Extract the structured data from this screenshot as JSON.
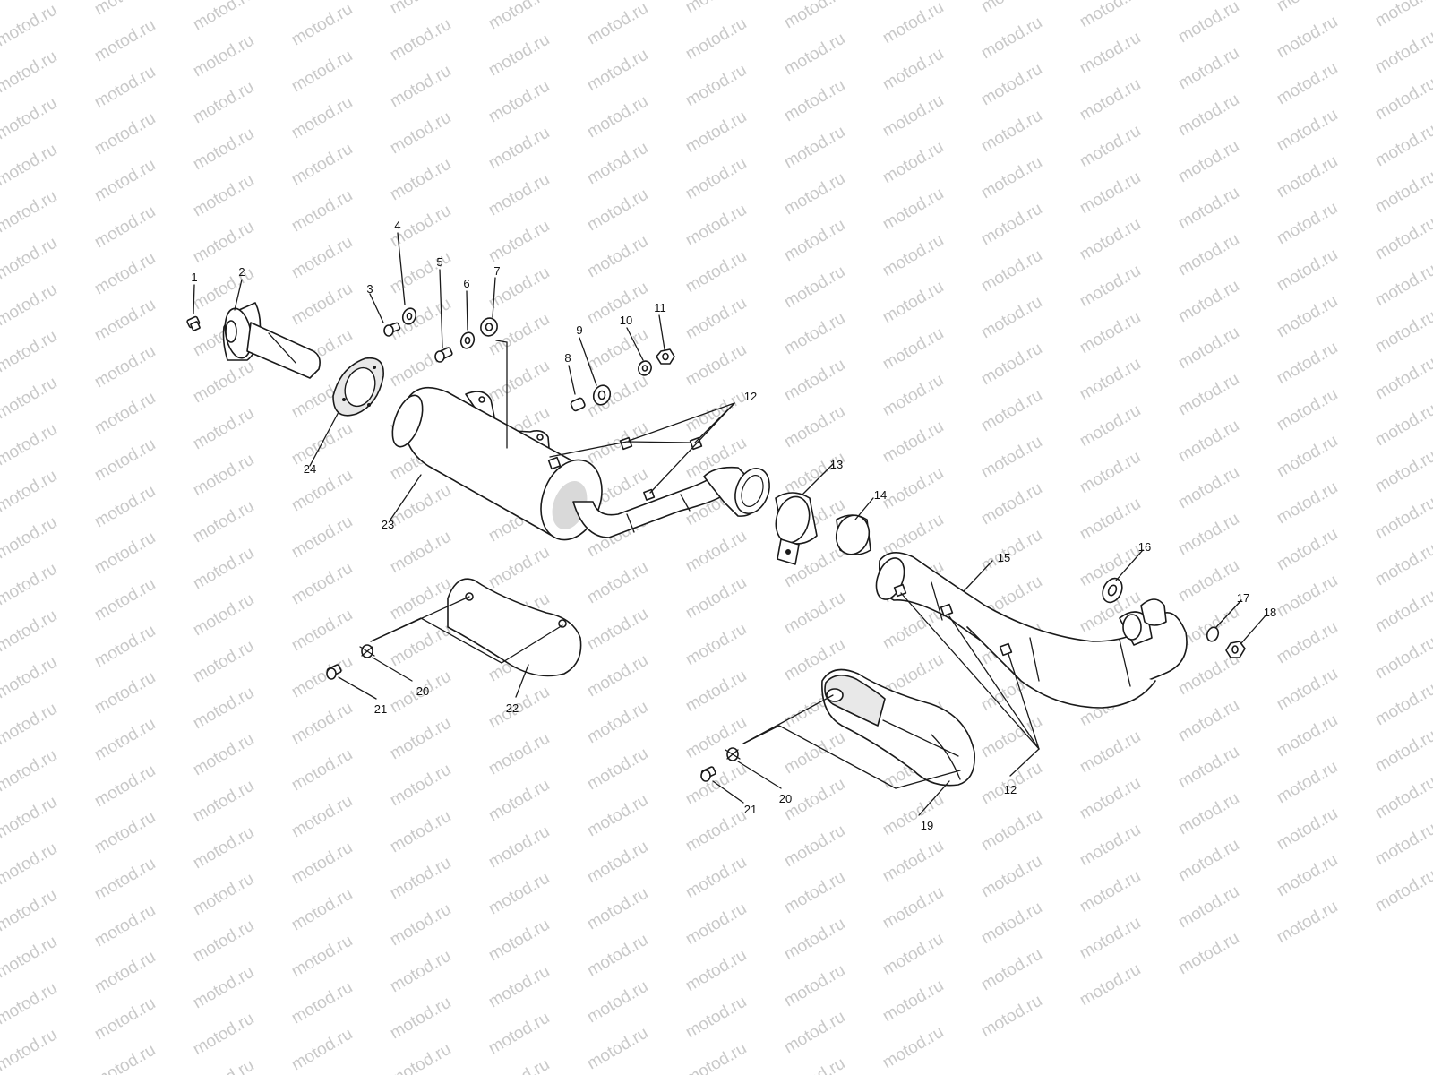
{
  "watermark": {
    "text": "motod.ru",
    "color": "#c9c9c9"
  },
  "callouts": [
    {
      "id": "c1",
      "label": "1"
    },
    {
      "id": "c2",
      "label": "2"
    },
    {
      "id": "c3",
      "label": "3"
    },
    {
      "id": "c4",
      "label": "4"
    },
    {
      "id": "c5",
      "label": "5"
    },
    {
      "id": "c6",
      "label": "6"
    },
    {
      "id": "c7",
      "label": "7"
    },
    {
      "id": "c8",
      "label": "8"
    },
    {
      "id": "c9",
      "label": "9"
    },
    {
      "id": "c10",
      "label": "10"
    },
    {
      "id": "c11",
      "label": "11"
    },
    {
      "id": "c12a",
      "label": "12"
    },
    {
      "id": "c13",
      "label": "13"
    },
    {
      "id": "c14",
      "label": "14"
    },
    {
      "id": "c15",
      "label": "15"
    },
    {
      "id": "c16",
      "label": "16"
    },
    {
      "id": "c17",
      "label": "17"
    },
    {
      "id": "c18",
      "label": "18"
    },
    {
      "id": "c19",
      "label": "19"
    },
    {
      "id": "c20a",
      "label": "20"
    },
    {
      "id": "c20b",
      "label": "20"
    },
    {
      "id": "c21a",
      "label": "21"
    },
    {
      "id": "c21b",
      "label": "21"
    },
    {
      "id": "c22",
      "label": "22"
    },
    {
      "id": "c23",
      "label": "23"
    },
    {
      "id": "c24",
      "label": "24"
    },
    {
      "id": "c12b",
      "label": "12"
    }
  ]
}
